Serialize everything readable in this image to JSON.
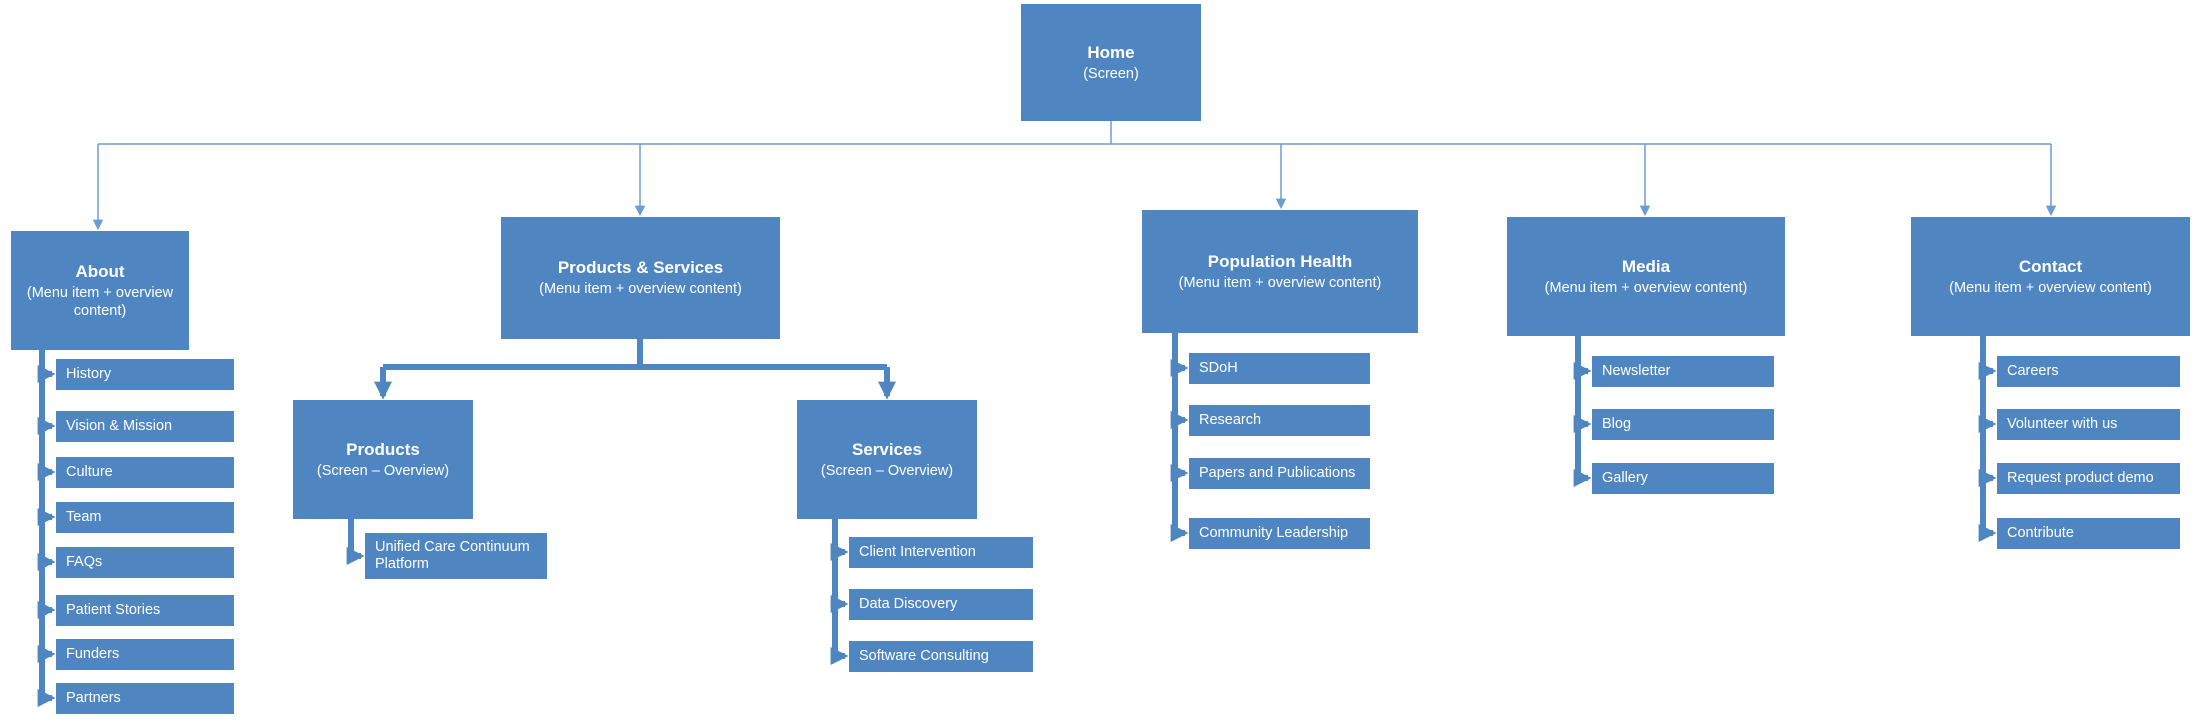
{
  "diagram": {
    "home": {
      "title": "Home",
      "subtitle": "(Screen)"
    },
    "branches": [
      {
        "title": "About",
        "subtitle": "(Menu item + overview content)",
        "children": [
          "History",
          "Vision & Mission",
          "Culture",
          "Team",
          "FAQs",
          "Patient Stories",
          "Funders",
          "Partners"
        ]
      },
      {
        "title": "Products & Services",
        "subtitle": "(Menu item + overview content)",
        "screens": [
          {
            "title": "Products",
            "subtitle": "(Screen – Overview)",
            "children": [
              "Unified Care Continuum Platform"
            ]
          },
          {
            "title": "Services",
            "subtitle": "(Screen – Overview)",
            "children": [
              "Client Intervention",
              "Data Discovery",
              "Software Consulting"
            ]
          }
        ]
      },
      {
        "title": "Population Health",
        "subtitle": "(Menu item + overview content)",
        "children": [
          "SDoH",
          "Research",
          "Papers and Publications",
          "Community Leadership"
        ]
      },
      {
        "title": "Media",
        "subtitle": "(Menu item + overview content)",
        "children": [
          "Newsletter",
          "Blog",
          "Gallery"
        ]
      },
      {
        "title": "Contact",
        "subtitle": "(Menu item + overview content)",
        "children": [
          "Careers",
          "Volunteer with us",
          "Request product demo",
          "Contribute"
        ]
      }
    ],
    "colors": {
      "node_fill": "#4f86c2",
      "connector": "#4f86c2",
      "thin_connector": "#6b9cd4",
      "text": "#ffffff"
    }
  }
}
